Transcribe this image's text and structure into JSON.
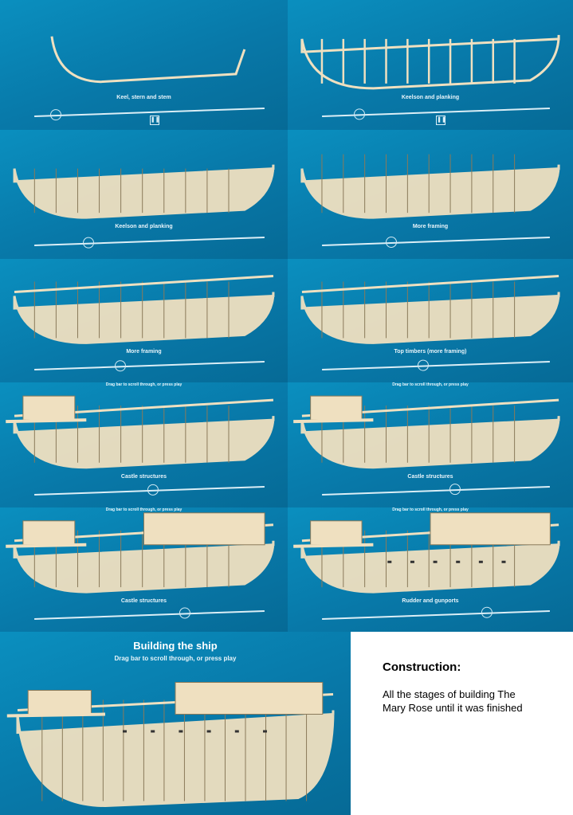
{
  "panels": [
    {
      "caption": "Keel, stern and stem",
      "stage": 1,
      "controls": "pause-icon"
    },
    {
      "caption": "Keelson and planking",
      "stage": 2,
      "controls": "pause-icon"
    },
    {
      "caption": "Keelson and planking",
      "stage": 3
    },
    {
      "caption": "More framing",
      "stage": 4
    },
    {
      "caption": "More framing",
      "stage": 5
    },
    {
      "caption": "Top timbers (more framing)",
      "stage": 6
    },
    {
      "caption": "Castle structures",
      "stage": 7,
      "drag_hint": "Drag bar to scroll through, or press play"
    },
    {
      "caption": "Castle structures",
      "stage": 8,
      "drag_hint": "Drag bar to scroll through, or press play"
    },
    {
      "caption": "Castle structures",
      "stage": 9,
      "drag_hint": "Drag bar to scroll through, or press play"
    },
    {
      "caption": "Rudder and gunports",
      "stage": 10,
      "drag_hint": "Drag bar to scroll through, or press play"
    }
  ],
  "final_panel": {
    "title": "Building the ship",
    "subtitle": "Drag bar to scroll through, or press play"
  },
  "text_panel": {
    "heading": "Construction:",
    "body": "All the stages of building The Mary Rose until it was finished"
  },
  "colors": {
    "background": "#0a86b6",
    "timber": "#efe0c0"
  }
}
